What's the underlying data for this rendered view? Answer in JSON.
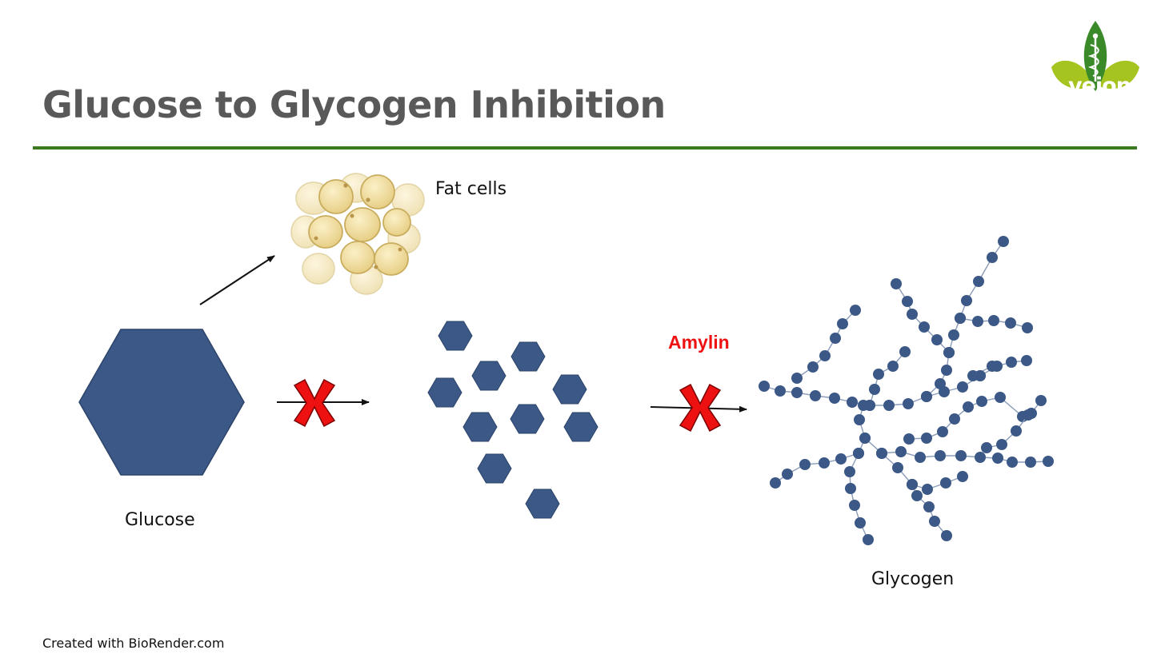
{
  "title": "Glucose to Glycogen Inhibition",
  "labels": {
    "fat_cells": "Fat cells",
    "glucose": "Glucose",
    "amylin": "Amylin",
    "glycogen": "Glycogen"
  },
  "credit": "Created with BioRender.com",
  "logo": {
    "text": "vejon"
  },
  "colors": {
    "title": "#595959",
    "rule": "#3a7a1f",
    "molecule": "#3b5886",
    "inhibit_x": "#ee1111",
    "amylin_label": "#ee1111",
    "fat_cell": "#f3dfa5",
    "logo_green": "#3a8a2a",
    "logo_lime": "#a5c420"
  },
  "icons": [
    "fat-cells-cluster",
    "glucose-hexagon",
    "inhibition-x",
    "glycogen-branches",
    "vejon-leaf-logo"
  ]
}
